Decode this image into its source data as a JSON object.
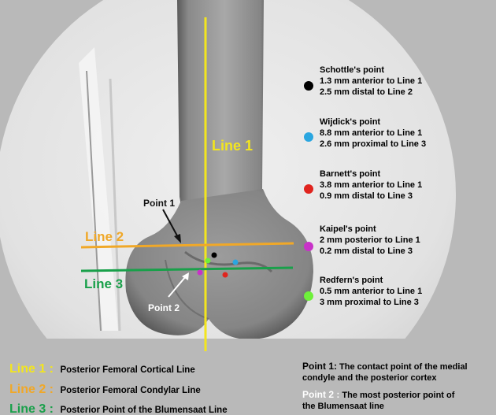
{
  "lines": {
    "line1": {
      "label": "Line 1",
      "color": "#f3e51e"
    },
    "line2": {
      "label": "Line 2",
      "color": "#f0a828"
    },
    "line3": {
      "label": "Line 3",
      "color": "#19a04a"
    }
  },
  "callouts": {
    "point1": {
      "label": "Point 1",
      "color": "#111111"
    },
    "point2": {
      "label": "Point 2",
      "color": "#ffffff"
    }
  },
  "points": [
    {
      "name": "Schottle's point",
      "line_a": "1.3 mm anterior to Line 1",
      "line_b": "2.5 mm distal to Line 2",
      "color": "#000000"
    },
    {
      "name": "Wijdick's point",
      "line_a": "8.8 mm anterior to Line 1",
      "line_b": "2.6 mm proximal to Line 3",
      "color": "#2aa6e0"
    },
    {
      "name": "Barnett's point",
      "line_a": "3.8 mm anterior to Line 1",
      "line_b": "0.9 mm distal to Line 3",
      "color": "#e0241e"
    },
    {
      "name": "Kaipel's point",
      "line_a": "2 mm posterior to Line 1",
      "line_b": "0.2 mm distal to Line 3",
      "color": "#c832c8"
    },
    {
      "name": "Redfern's point",
      "line_a": "0.5 mm anterior to Line 1",
      "line_b": "3 mm proximal to Line 3",
      "color": "#6ef03a"
    }
  ],
  "legend": [
    {
      "key": "Line 1",
      "sep": " : ",
      "text": "Posterior Femoral Cortical Line",
      "color": "#f3e51e"
    },
    {
      "key": "Line 2",
      "sep": " : ",
      "text": "Posterior Femoral Condylar  Line",
      "color": "#f0a828"
    },
    {
      "key": "Line 3",
      "sep": " : ",
      "text": "Posterior Point of the Blumensaat Line",
      "color": "#19a04a"
    }
  ],
  "notes": {
    "point1": {
      "key": "Point 1:",
      "line_a": " The contact point of the medial",
      "line_b": "condyle and the posterior cortex"
    },
    "point2": {
      "key": "Point 2 :",
      "line_a": "  The most posterior point of",
      "line_b": "the Blumensaat line"
    }
  }
}
